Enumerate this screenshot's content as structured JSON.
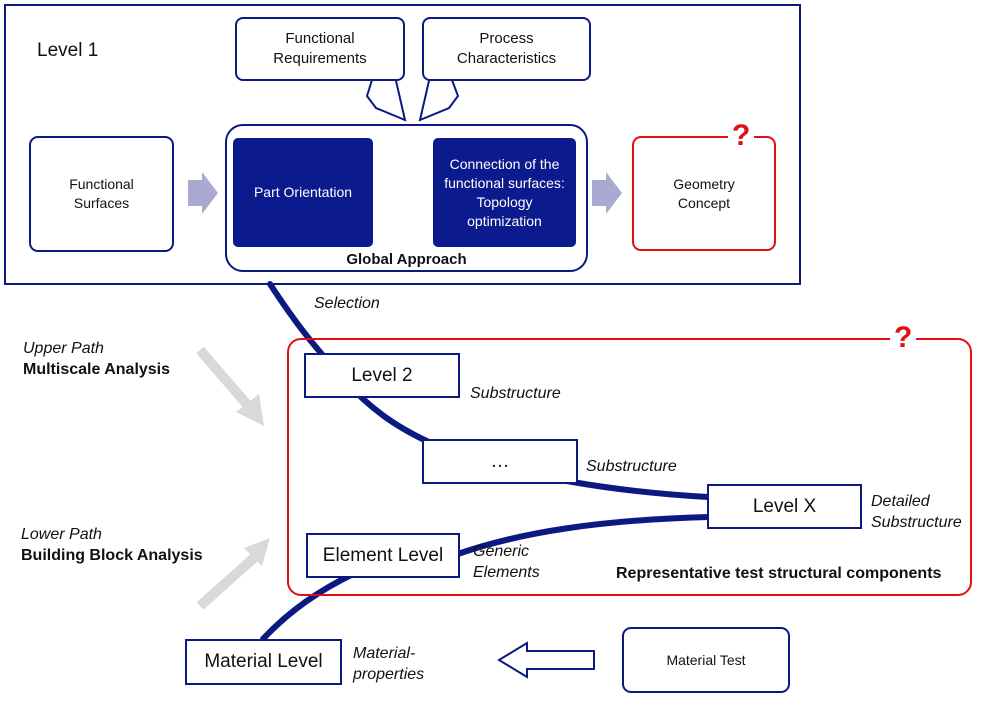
{
  "level1": {
    "label": "Level 1",
    "functional_requirements": "Functional Requirements",
    "process_characteristics": "Process Characteristics",
    "functional_surfaces": "Functional Surfaces",
    "part_orientation": "Part Orientation",
    "connection": "Connection of the functional surfaces: Topology optimization",
    "geometry_concept": "Geometry Concept",
    "global_approach": "Global Approach",
    "question_mark": "?"
  },
  "selection_label": "Selection",
  "upper_path": {
    "title": "Upper Path",
    "subtitle": "Multiscale Analysis"
  },
  "lower_path": {
    "title": "Lower Path",
    "subtitle": "Building Block Analysis"
  },
  "representative": {
    "question_mark": "?",
    "title": "Representative test structural components",
    "level2": "Level 2",
    "level2_note": "Substructure",
    "ellipsis": "…",
    "ellipsis_note": "Substructure",
    "levelx": "Level X",
    "levelx_note_1": "Detailed",
    "levelx_note_2": "Substructure",
    "element_level": "Element Level",
    "element_note_1": "Generic",
    "element_note_2": "Elements"
  },
  "material": {
    "level": "Material Level",
    "note_1": "Material-",
    "note_2": "properties",
    "test": "Material Test"
  },
  "colors": {
    "navy": "#0b1a80",
    "navy_fill": "#0b1a8c",
    "red": "#e01010",
    "arrow_lavender": "#a9a9d2",
    "arrow_gray": "#d9d9d9"
  }
}
